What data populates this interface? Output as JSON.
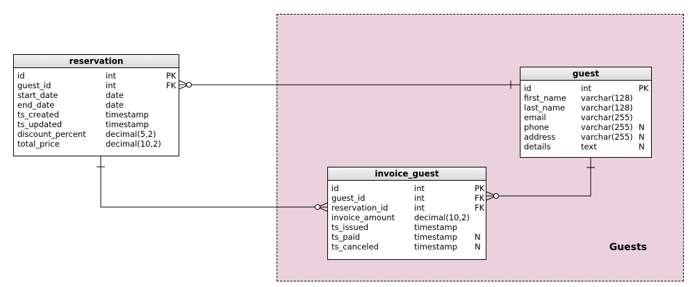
{
  "area": {
    "label": "Guests"
  },
  "tables": {
    "reservation": {
      "name": "reservation",
      "rows": [
        {
          "field": "id",
          "type": "int",
          "key": "PK"
        },
        {
          "field": "guest_id",
          "type": "int",
          "key": "FK"
        },
        {
          "field": "start_date",
          "type": "date",
          "key": ""
        },
        {
          "field": "end_date",
          "type": "date",
          "key": ""
        },
        {
          "field": "ts_created",
          "type": "timestamp",
          "key": ""
        },
        {
          "field": "ts_updated",
          "type": "timestamp",
          "key": ""
        },
        {
          "field": "discount_percent",
          "type": "decimal(5,2)",
          "key": ""
        },
        {
          "field": "total_price",
          "type": "decimal(10,2)",
          "key": ""
        }
      ]
    },
    "guest": {
      "name": "guest",
      "rows": [
        {
          "field": "id",
          "type": "int",
          "key": "PK"
        },
        {
          "field": "first_name",
          "type": "varchar(128)",
          "key": ""
        },
        {
          "field": "last_name",
          "type": "varchar(128)",
          "key": ""
        },
        {
          "field": "email",
          "type": "varchar(255)",
          "key": ""
        },
        {
          "field": "phone",
          "type": "varchar(255)",
          "key": "N"
        },
        {
          "field": "address",
          "type": "varchar(255)",
          "key": "N"
        },
        {
          "field": "details",
          "type": "text",
          "key": "N"
        }
      ]
    },
    "invoice_guest": {
      "name": "invoice_guest",
      "rows": [
        {
          "field": "id",
          "type": "int",
          "key": "PK"
        },
        {
          "field": "guest_id",
          "type": "int",
          "key": "FK"
        },
        {
          "field": "reservation_id",
          "type": "int",
          "key": "FK"
        },
        {
          "field": "invoice_amount",
          "type": "decimal(10,2)",
          "key": ""
        },
        {
          "field": "ts_issued",
          "type": "timestamp",
          "key": ""
        },
        {
          "field": "ts_paid",
          "type": "timestamp",
          "key": "N"
        },
        {
          "field": "ts_canceled",
          "type": "timestamp",
          "key": "N"
        }
      ]
    }
  },
  "relationships": [
    {
      "from": "reservation",
      "to": "guest",
      "from_end": "zero-or-many",
      "to_end": "exactly-one"
    },
    {
      "from": "invoice_guest",
      "to": "reservation",
      "from_end": "zero-or-many",
      "to_end": "exactly-one"
    },
    {
      "from": "invoice_guest",
      "to": "guest",
      "from_end": "zero-or-many",
      "to_end": "exactly-one"
    }
  ]
}
